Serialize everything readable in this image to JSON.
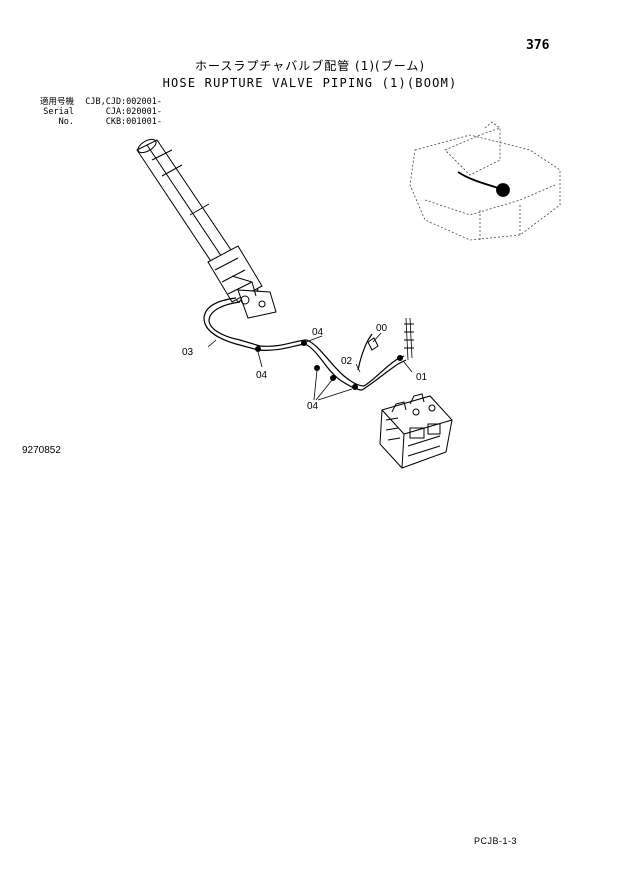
{
  "page_number": "376",
  "title_jp": "ホースラプチャバルブ配管 (1)(ブーム)",
  "title_en": "HOSE RUPTURE VALVE PIPING (1)(BOOM)",
  "serial": {
    "label_jp": "適用号機",
    "label_en": "Serial No.",
    "entries": [
      "CJB,CJD:002001-",
      "CJA:020001-",
      "CKB:001001-"
    ]
  },
  "callouts": [
    "00",
    "01",
    "02",
    "03",
    "04",
    "04",
    "04"
  ],
  "document_code": "9270852",
  "footer_code": "PCJB-1-3"
}
